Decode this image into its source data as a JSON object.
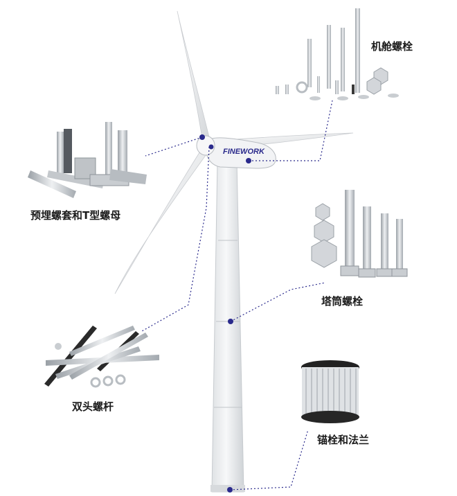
{
  "labels": {
    "nacelle_bolts": "机舱螺栓",
    "embedded_sleeves": "预埋螺套和T型螺母",
    "tower_bolts": "塔筒螺栓",
    "stud_bolts": "双头螺杆",
    "anchor_flange": "锚栓和法兰"
  },
  "brand": {
    "name": "FINEWORK"
  },
  "colors": {
    "dot": "#2a2a8c",
    "brand_text": "#2a2a8c",
    "tower": "#eceef0",
    "bolt_metal": "#c8ccd0",
    "black_rod": "#2a2a2a"
  }
}
